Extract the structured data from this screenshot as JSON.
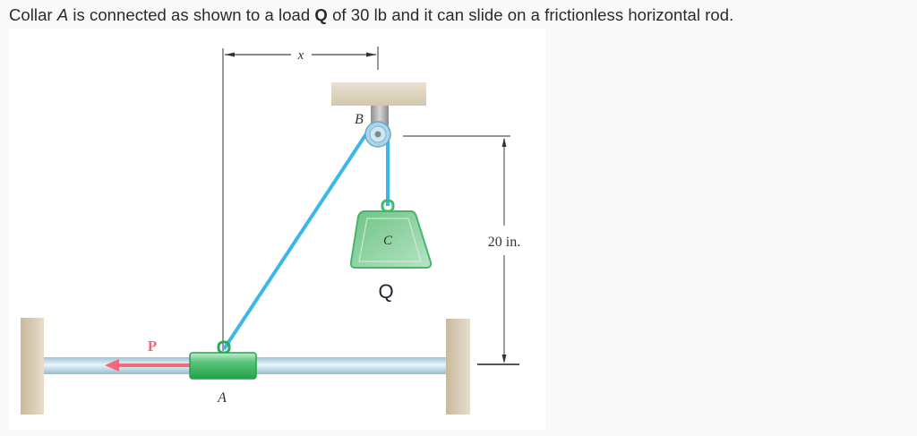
{
  "prompt": {
    "part1": "Collar ",
    "collar_label": "A",
    "part2": " is connected as shown to a load ",
    "load_label": "Q",
    "part3": " of 30 lb and it can slide on a frictionless horizontal rod."
  },
  "figure": {
    "labels": {
      "x_dimension": "x",
      "pulley": "B",
      "weight": "C",
      "load": "Q",
      "force": "P",
      "collar": "A",
      "height_dimension": "20 in."
    },
    "colors": {
      "cable": "#3bb8e8",
      "collar": "#2fb35a",
      "weight": "#7fcf95",
      "force_arrow": "#f06a78",
      "support": "#d8cdb8",
      "rod": "#b8d8e6"
    }
  }
}
